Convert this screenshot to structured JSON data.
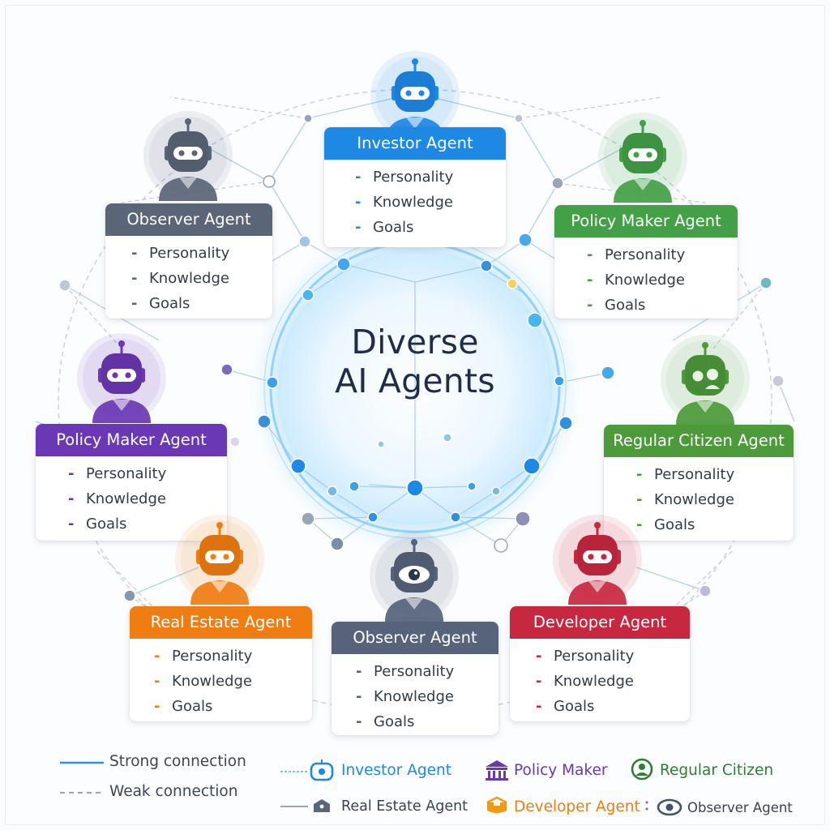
{
  "diagram": {
    "title_line1": "Diverse",
    "title_line2": "AI Agents",
    "item_labels": [
      "Personality",
      "Knowledge",
      "Goals"
    ],
    "agents": [
      {
        "id": "investor",
        "name": "Investor Agent",
        "color": "#1e88e5",
        "face": "robot"
      },
      {
        "id": "observer-top",
        "name": "Observer Agent",
        "color": "#5a6577",
        "face": "robot"
      },
      {
        "id": "policy-right",
        "name": "Policy Maker Agent",
        "color": "#43a047",
        "face": "robot"
      },
      {
        "id": "policy-left",
        "name": "Policy Maker Agent",
        "color": "#6a38b4",
        "face": "robot"
      },
      {
        "id": "citizen",
        "name": "Regular Citizen Agent",
        "color": "#4c9a3a",
        "face": "citizen"
      },
      {
        "id": "realestate",
        "name": "Real Estate Agent",
        "color": "#ef7d12",
        "face": "robot"
      },
      {
        "id": "observer-bottom",
        "name": "Observer Agent",
        "color": "#56637a",
        "face": "eye"
      },
      {
        "id": "developer",
        "name": "Developer Agent",
        "color": "#c8283f",
        "face": "robot"
      }
    ]
  },
  "legend": {
    "strong": "Strong connection",
    "weak": "Weak connection",
    "investor": "Investor Agent",
    "policy": "Policy Maker",
    "citizen": "Regular Citizen",
    "realestate": "Real Estate Agent",
    "developer": "Developer Agent",
    "observer": "Observer Agent",
    "colors": {
      "strong": "#2f8fe0",
      "weak": "#9aa6b8",
      "investor": "#1e88e5",
      "policy": "#6a38b4",
      "citizen": "#2e7d32",
      "realestate": "#5a6577",
      "developer": "#ef7d12",
      "observer": "#44546a"
    }
  }
}
